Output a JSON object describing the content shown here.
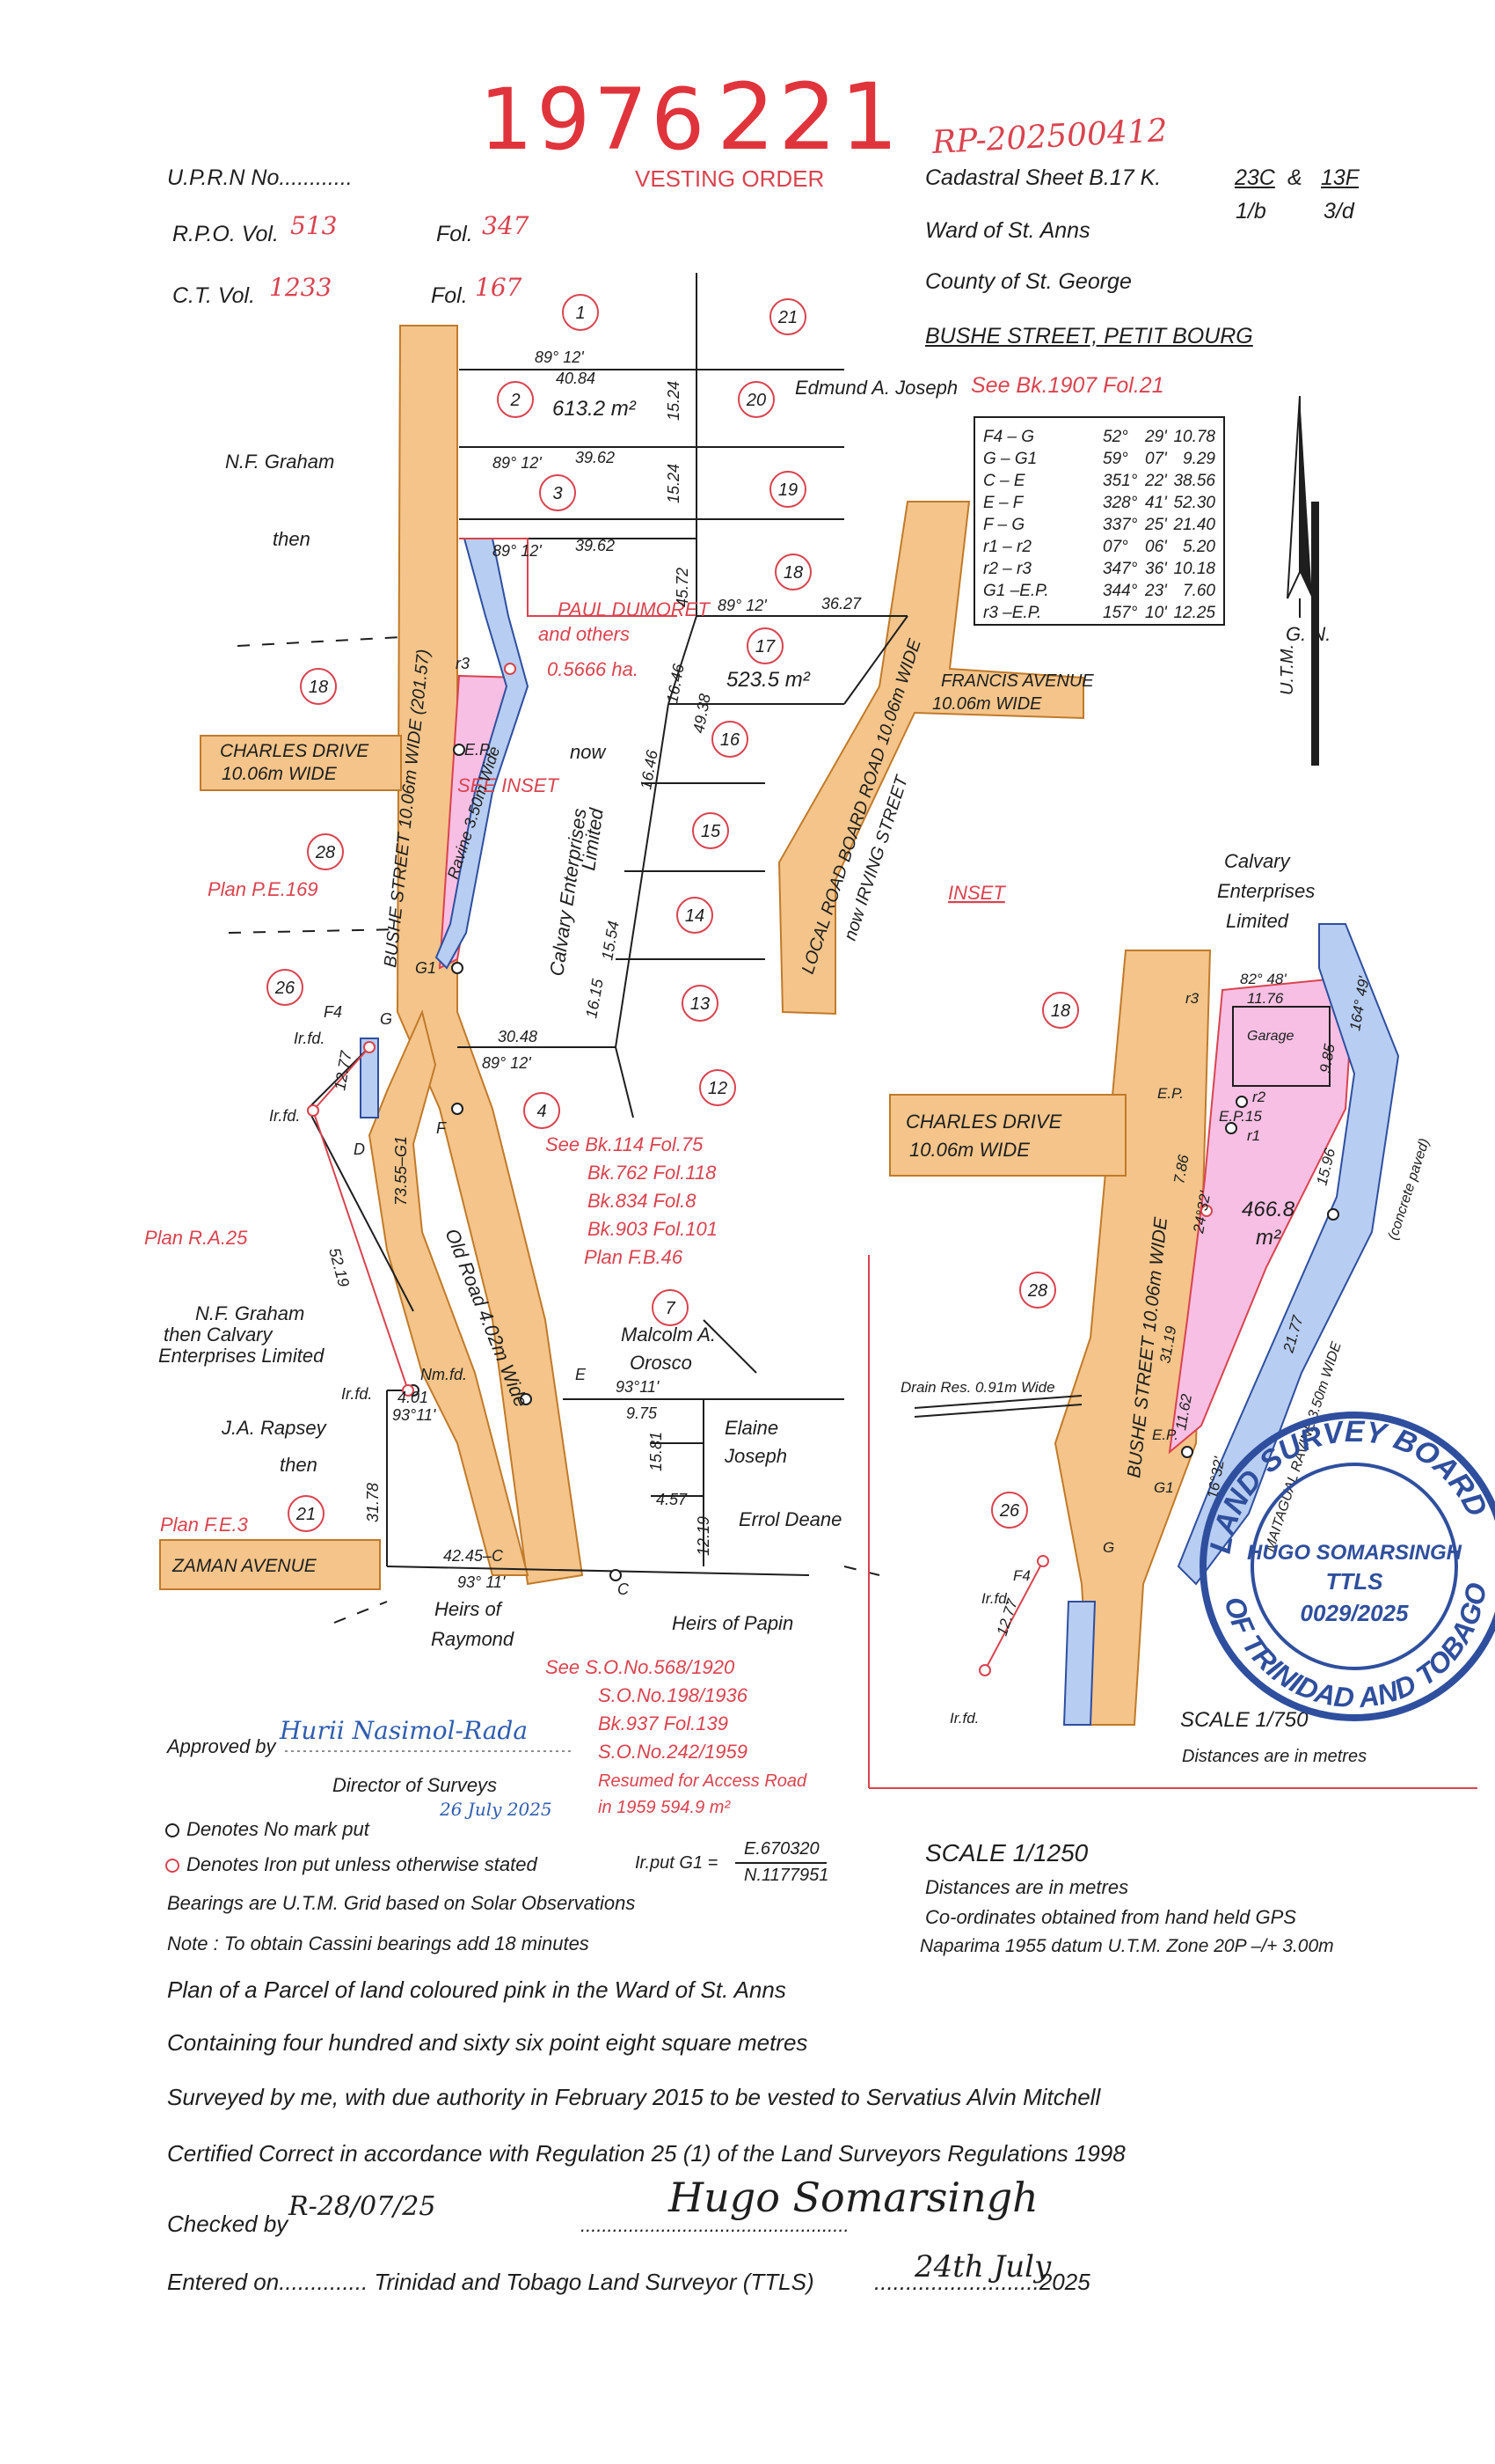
{
  "header": {
    "number_left": "1976",
    "number_right": "221",
    "vesting_order": "VESTING ORDER",
    "rp_ref": "RP-202500412",
    "uprn": "U.P.R.N  No............",
    "rpo_vol_label": "R.P.O. Vol.",
    "rpo_vol": "513",
    "rpo_fol_label": "Fol.",
    "rpo_fol": "347",
    "ct_vol_label": "C.T. Vol.",
    "ct_vol": "1233",
    "ct_fol_label": "Fol.",
    "ct_fol": "167",
    "cadastral_sheet": "Cadastral Sheet   B.17 K.",
    "sheet_23c": "23C",
    "sheet_1b": "1/b",
    "sheet_amp": "&",
    "sheet_13f": "13F",
    "sheet_3d": "3/d",
    "ward": "Ward of St. Anns",
    "county": "County of St. George",
    "street": "BUSHE STREET, PETIT BOURG",
    "see_bk": "See Bk.1907 Fol.21"
  },
  "bearings_table": [
    [
      "F4 – G",
      "52°",
      "29'",
      "10.78"
    ],
    [
      "G – G1",
      "59°",
      "07'",
      "9.29"
    ],
    [
      "C – E",
      "351°",
      "22'",
      "38.56"
    ],
    [
      "E – F",
      "328°",
      "41'",
      "52.30"
    ],
    [
      "F – G",
      "337°",
      "25'",
      "21.40"
    ],
    [
      "r1 – r2",
      "07°",
      "06'",
      "5.20"
    ],
    [
      "r2 – r3",
      "347°",
      "36'",
      "10.18"
    ],
    [
      "G1 –E.P.",
      "344°",
      "23'",
      "7.60"
    ],
    [
      "r3 –E.P.",
      "157°",
      "10'",
      "12.25"
    ]
  ],
  "north": {
    "gn": "G. N.",
    "utm": "U.T.M."
  },
  "main_map": {
    "lots": [
      "1",
      "21",
      "2",
      "20",
      "3",
      "19",
      "18",
      "17",
      "16",
      "15",
      "14",
      "13",
      "12",
      "4",
      "7",
      "18",
      "28",
      "26",
      "21"
    ],
    "labels": {
      "edmund": "Edmund A. Joseph",
      "nf_graham": "N.F. Graham",
      "then": "then",
      "paul": "PAUL DUMORET",
      "and_others": "and others",
      "ha": "0.5666 ha.",
      "area_2": "613.2 m²",
      "area_17": "523.5 m²",
      "now": "now",
      "calvary": "Calvary  Enterprises",
      "limited": "Limited",
      "see_inset": "SEE INSET",
      "ravine": "Ravine 3.50m Wide",
      "charles": "CHARLES DRIVE",
      "charles_w": "10.06m WIDE",
      "francis": "FRANCIS AVENUE",
      "francis_w": "10.06m WIDE",
      "local_road": "LOCAL  ROAD  BOARD  ROAD  10.06m  WIDE",
      "irving": "now  IRVING  STREET",
      "bushe": "BUSHE  STREET  10.06m  WIDE  (201.57)",
      "plan_pe": "Plan P.E.169",
      "plan_ra": "Plan R.A.25",
      "plan_fe": "Plan F.E.3",
      "see_bk": [
        "See Bk.114 Fol.75",
        "Bk.762 Fol.118",
        "Bk.834 Fol.8",
        "Bk.903 Fol.101",
        "Plan F.B.46"
      ],
      "malcolm": "Malcolm A.",
      "orosco": "Orosco",
      "elaine": "Elaine",
      "joseph": "Joseph",
      "errol": "Errol Deane",
      "nf_graham2": "N.F. Graham",
      "then_calvary": "then Calvary",
      "enterprises": "Enterprises Limited",
      "rapsey": "J.A. Rapsey",
      "then2": "then",
      "zaman": "ZAMAN AVENUE",
      "heirs_raymond": "Heirs of",
      "raymond": "Raymond",
      "heirs_papin": "Heirs of Papin",
      "old_road": "Old Road 4.02m Wide",
      "see_so": [
        "See  S.O.No.568/1920",
        "S.O.No.198/1936",
        "Bk.937  Fol.139",
        "S.O.No.242/1959",
        "Resumed for Access Road",
        "in  1959  594.9 m²"
      ],
      "inset_link": "INSET"
    },
    "dims": {
      "d_89_12": "89°  12'",
      "d_40_84": "40.84",
      "d_39_62": "39.62",
      "d_36_27": "36.27",
      "d_30_48": "30.48",
      "d_15_24": "15.24",
      "d_45_72": "45.72",
      "d_16_46": "16.46",
      "d_49_38": "49.38",
      "d_15_54": "15.54",
      "d_16_15": "16.15",
      "d_4_01": "4.01",
      "d_93_11": "93°11'",
      "d_31_78": "31.78",
      "d_42_45": "42.45–C",
      "d_93_11b": "93°   11'",
      "d_9_75": "9.75",
      "d_15_81": "15.81",
      "d_4_57": "4.57",
      "d_12_19": "12.19",
      "d_52_19": "52.19",
      "d_12_77": "12.77",
      "d_73_55": "73.55–G1",
      "ir_fd": "Ir.fd.",
      "nm_fd": "Nm.fd.",
      "f4": "F4",
      "g": "G",
      "g1": "G1",
      "ep": "E.P.",
      "r3": "r3",
      "c": "C",
      "d": "D",
      "e": "E",
      "f": "F"
    }
  },
  "inset": {
    "calvary": [
      "Calvary",
      "Enterprises",
      "Limited"
    ],
    "lot_18": "18",
    "lot_28": "28",
    "lot_26": "26",
    "charles": "CHARLES DRIVE",
    "charles_w": "10.06m WIDE",
    "bushe": "BUSHE STREET 10.06m WIDE",
    "garage": "Garage",
    "area": "466.8",
    "area_unit": "m²",
    "drain": "Drain Res. 0.91m Wide",
    "ravine": "MAITAGUAL  RAVINE 3.50m WIDE",
    "concrete": "(concrete paved)",
    "scale": "SCALE 1/750",
    "dist": "Distances are in metres",
    "d_82_48": "82° 48'",
    "d_11_76": "11.76",
    "d_9_85": "9.85",
    "d_164": "164° 49'",
    "d_15_96": "15.96",
    "d_7_86": "7.86",
    "d_24_32": "24°32'",
    "d_31_19": "31.19",
    "d_21_77": "21.77",
    "d_11_62": "11.62",
    "d_16_32": "16°32'",
    "ep15": "E.P.15",
    "ep": "E.P.",
    "r1": "r1",
    "r2": "r2",
    "r3": "r3",
    "g1": "G1",
    "g": "G",
    "f4": "F4",
    "ir_fd": "Ir.fd.",
    "d_12_77": "12.77"
  },
  "stamp": {
    "outer_top": "LAND SURVEY BOARD",
    "outer_bottom": "OF TRINIDAD AND TOBAGO",
    "name": "HUGO SOMARSINGH",
    "ttls": "TTLS",
    "number": "0029/2025"
  },
  "legend": {
    "approved": "Approved by",
    "approved_sig": "Hurii Nasimol-Rada",
    "director": "Director of Surveys",
    "director_date": "26 July 2025",
    "no_mark": "Denotes No mark put",
    "iron_put": "Denotes Iron put unless otherwise stated",
    "irput": "Ir.put  G1  =",
    "e_coord": "E.670320",
    "n_coord": "N.1177951",
    "bearings_note": "Bearings are U.T.M. Grid based on Solar Observations",
    "cassini": "Note : To obtain Cassini bearings add 18 minutes",
    "scale": "SCALE 1/1250",
    "dist": "Distances are in metres",
    "coords": "Co-ordinates obtained from hand held GPS",
    "datum": "Naparima 1955 datum   U.T.M. Zone 20P   –/+ 3.00m"
  },
  "certification": {
    "line1": "Plan of a Parcel of land coloured pink in the Ward of St. Anns",
    "line2": "Containing four hundred and sixty six point eight square metres",
    "line3": "Surveyed by me, with due authority in February 2015   to be vested to Servatius Alvin Mitchell",
    "line4": "Certified Correct in accordance with Regulation 25 (1) of the Land Surveyors Regulations 1998",
    "checked": "Checked by",
    "checked_sig": "R-28/07/25",
    "dots": "..................................................",
    "surveyor_sig": "Hugo Somarsingh",
    "entered": "Entered on..............   Trinidad and Tobago Land Surveyor (TTLS)",
    "entered_dots": "..........................2025",
    "entered_date_sig": "24th July"
  },
  "colors": {
    "road": "#f4c48a",
    "road_edge": "#c07a2a",
    "ravine": "#b7cdf2",
    "parcel": "#f7bfe3",
    "red": "#d9434f",
    "stamp": "#2f4f9e"
  }
}
